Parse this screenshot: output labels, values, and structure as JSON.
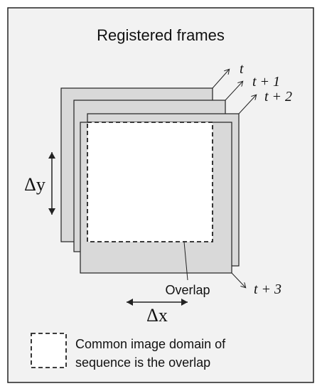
{
  "title": "Registered frames",
  "frames": [
    {
      "label": "t"
    },
    {
      "label": "t + 1"
    },
    {
      "label": "t + 2"
    },
    {
      "label": "t + 3"
    }
  ],
  "overlap_label": "Overlap",
  "delta_x_label": "Δx",
  "delta_y_label": "Δy",
  "legend": {
    "line1": "Common image domain of",
    "line2": "sequence is the overlap"
  },
  "colors": {
    "background": "#f2f2f2",
    "frame_fill": "#d9d9d9",
    "overlap_fill": "#ffffff",
    "stroke": "#222222"
  }
}
